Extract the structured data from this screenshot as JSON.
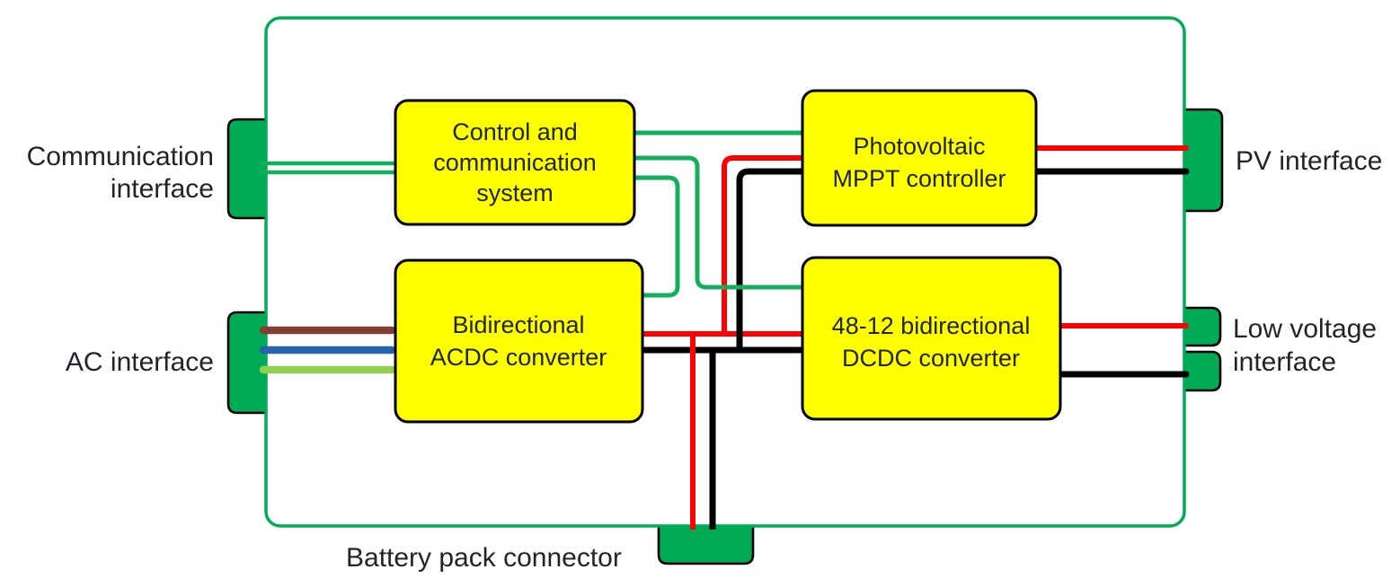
{
  "colors": {
    "yellow": "#FFFF00",
    "green": "#00AB55",
    "wire_green": "#14AE5C",
    "red": "#FF0000",
    "black": "#000000",
    "brown": "#853D33",
    "blue": "#2763AC",
    "light_green": "#92D050",
    "text": "#21242B"
  },
  "blocks": {
    "control": {
      "lines": [
        "Control and",
        "communication",
        "system"
      ]
    },
    "mppt": {
      "lines": [
        "Photovoltaic",
        "MPPT controller"
      ]
    },
    "acdc": {
      "lines": [
        "Bidirectional",
        "ACDC converter"
      ]
    },
    "dcdc": {
      "lines": [
        "48-12 bidirectional",
        "DCDC converter"
      ]
    }
  },
  "interfaces": {
    "communication": {
      "lines": [
        "Communication",
        "interface"
      ]
    },
    "ac": {
      "label": "AC interface"
    },
    "pv": {
      "label": "PV interface"
    },
    "low_voltage": {
      "lines": [
        "Low voltage",
        "interface"
      ]
    },
    "battery": {
      "label": "Battery pack connector"
    }
  },
  "connections": [
    {
      "from": "communication-interface",
      "to": "control-and-communication-system",
      "color": "green",
      "wires": 2
    },
    {
      "from": "control-and-communication-system",
      "to": "photovoltaic-mppt-controller",
      "color": "green",
      "wires": 1
    },
    {
      "from": "control-and-communication-system",
      "to": "48-12-bidirectional-dcdc-converter",
      "color": "green",
      "wires": 1
    },
    {
      "from": "control-and-communication-system",
      "to": "bidirectional-acdc-converter",
      "color": "green",
      "wires": 1
    },
    {
      "from": "ac-interface",
      "to": "bidirectional-acdc-converter",
      "colors": [
        "brown",
        "blue",
        "light_green"
      ],
      "wires": 3
    },
    {
      "from": "bidirectional-acdc-converter",
      "to": "48-12-bidirectional-dcdc-converter",
      "colors": [
        "red",
        "black"
      ],
      "note": "DC bus"
    },
    {
      "from": "dc-bus",
      "to": "photovoltaic-mppt-controller",
      "colors": [
        "red",
        "black"
      ]
    },
    {
      "from": "dc-bus",
      "to": "battery-pack-connector",
      "colors": [
        "red",
        "black"
      ]
    },
    {
      "from": "photovoltaic-mppt-controller",
      "to": "pv-interface",
      "colors": [
        "red",
        "black"
      ]
    },
    {
      "from": "48-12-bidirectional-dcdc-converter",
      "to": "low-voltage-interface",
      "colors": [
        "red",
        "black"
      ]
    }
  ]
}
